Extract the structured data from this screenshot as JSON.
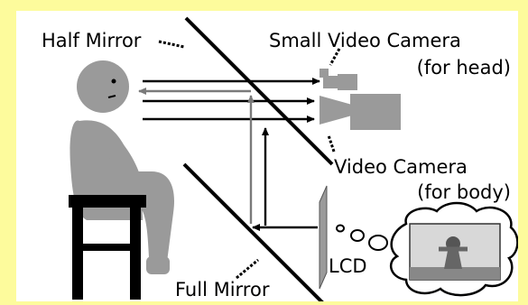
{
  "labels": {
    "half_mirror": "Half Mirror",
    "small_camera_line1": "Small Video Camera",
    "small_camera_line2": "(for head)",
    "video_camera_line1": "Video Camera",
    "video_camera_line2": "(for body)",
    "lcd": "LCD",
    "full_mirror": "Full Mirror"
  },
  "colors": {
    "background": "#fdfb9c",
    "panel": "#ffffff",
    "figure": "#9a9a9a",
    "stool": "#000000",
    "arrow": "#000000",
    "grey_arrow": "#7a7a7a"
  },
  "icons": [
    "person-figure",
    "stool",
    "half-mirror",
    "full-mirror",
    "small-video-camera",
    "video-camera",
    "lcd-panel",
    "thought-bubble",
    "robot-avatar"
  ]
}
